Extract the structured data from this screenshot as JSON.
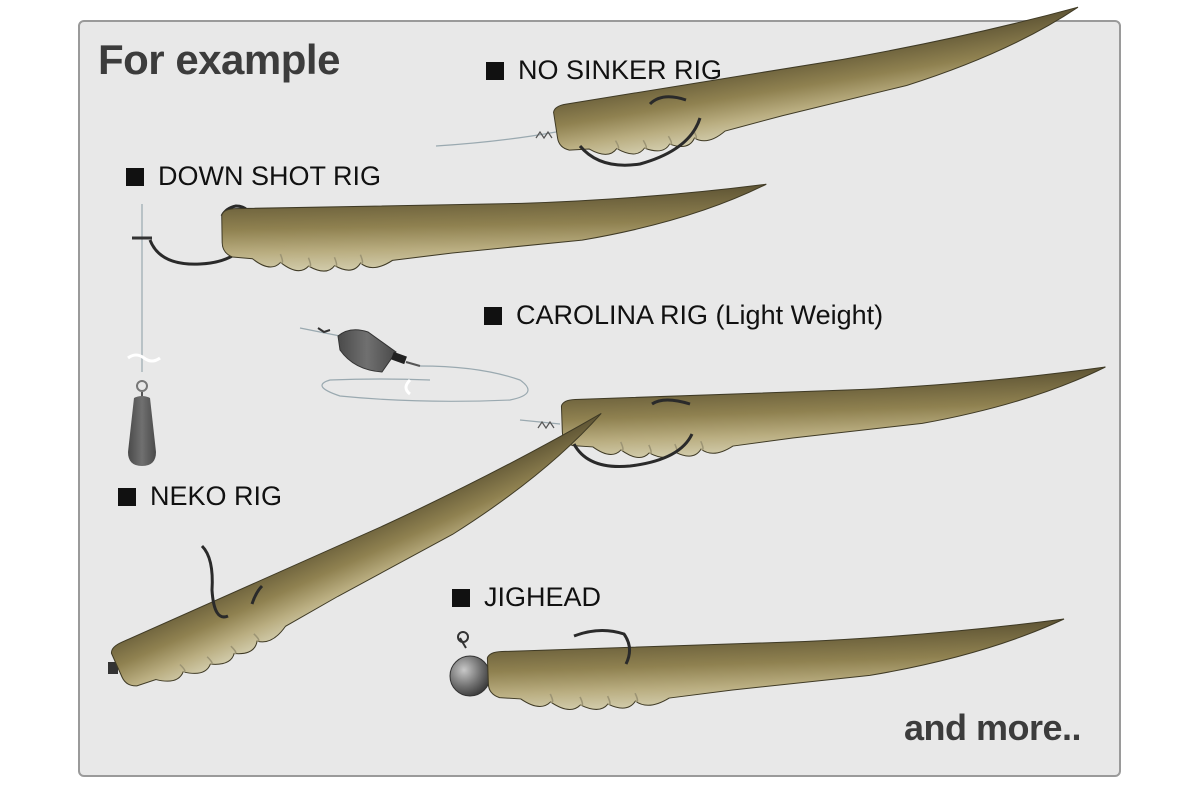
{
  "title": "For example",
  "footer": "and more..",
  "rigs": [
    {
      "id": "no-sinker",
      "label": "NO SINKER RIG"
    },
    {
      "id": "down-shot",
      "label": "DOWN SHOT RIG"
    },
    {
      "id": "carolina",
      "label": "CAROLINA RIG (Light Weight)"
    },
    {
      "id": "neko",
      "label": "NEKO RIG"
    },
    {
      "id": "jighead",
      "label": "JIGHEAD"
    }
  ],
  "colors": {
    "panel_bg": "#e8e8e8",
    "worm_back": "#6e6440",
    "worm_mid": "#9a8c58",
    "worm_belly": "#cfc9a8",
    "hook": "#2a2a2a",
    "sinker": "#555555",
    "line": "#9aa9b0",
    "text": "#111111",
    "heading": "#3c3c3c"
  }
}
